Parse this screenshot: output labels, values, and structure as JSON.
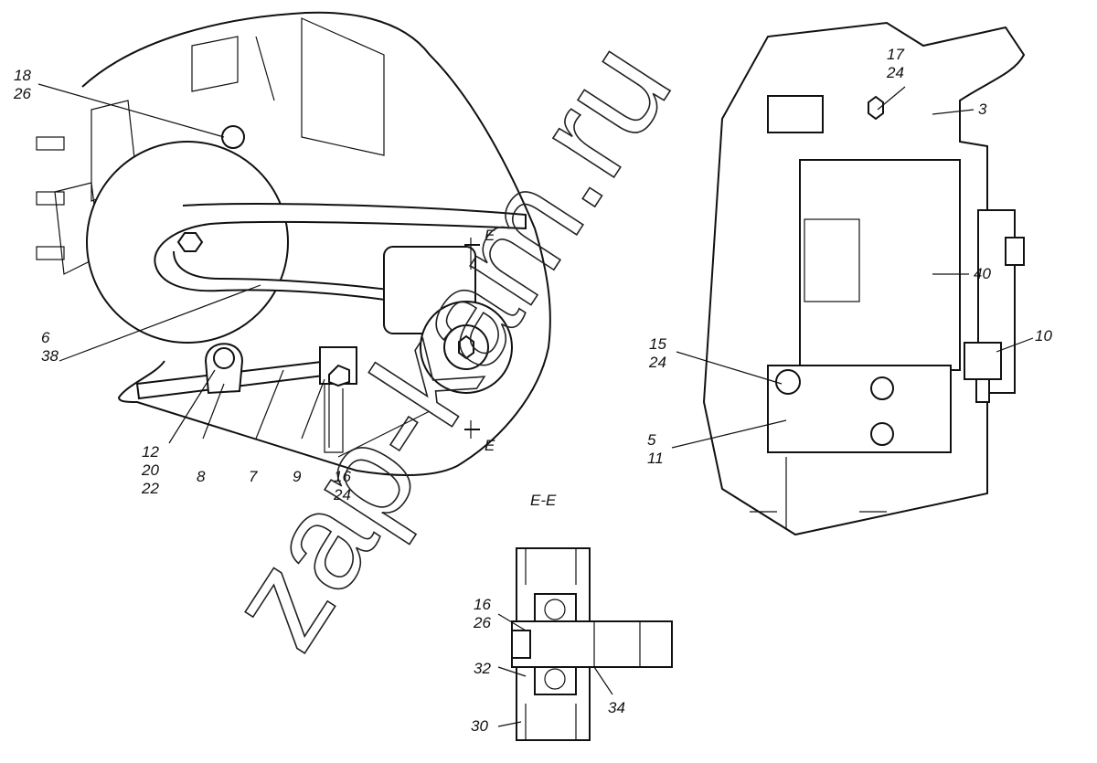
{
  "left_view": {
    "labels": [
      {
        "id": "18-26",
        "lines": [
          "18",
          "26"
        ]
      },
      {
        "id": "6-38",
        "lines": [
          "6",
          "38"
        ]
      },
      {
        "id": "12-20-22",
        "lines": [
          "12",
          "20",
          "22"
        ]
      },
      {
        "id": "8",
        "lines": [
          "8"
        ]
      },
      {
        "id": "7",
        "lines": [
          "7"
        ]
      },
      {
        "id": "9",
        "lines": [
          "9"
        ]
      },
      {
        "id": "16-24",
        "lines": [
          "16",
          "24"
        ]
      }
    ],
    "section_marks": [
      "E",
      "E"
    ]
  },
  "right_view": {
    "labels": [
      {
        "id": "17-24",
        "lines": [
          "17",
          "24"
        ]
      },
      {
        "id": "3",
        "lines": [
          "3"
        ]
      },
      {
        "id": "40",
        "lines": [
          "40"
        ]
      },
      {
        "id": "10",
        "lines": [
          "10"
        ]
      },
      {
        "id": "15-24",
        "lines": [
          "15",
          "24"
        ]
      },
      {
        "id": "5-11",
        "lines": [
          "5",
          "11"
        ]
      }
    ]
  },
  "section_view": {
    "title": "E-E",
    "labels": [
      {
        "id": "16-26",
        "lines": [
          "16",
          "26"
        ]
      },
      {
        "id": "32",
        "lines": [
          "32"
        ]
      },
      {
        "id": "34",
        "lines": [
          "34"
        ]
      },
      {
        "id": "30",
        "lines": [
          "30"
        ]
      }
    ]
  },
  "watermark": "zap-kam.ru"
}
